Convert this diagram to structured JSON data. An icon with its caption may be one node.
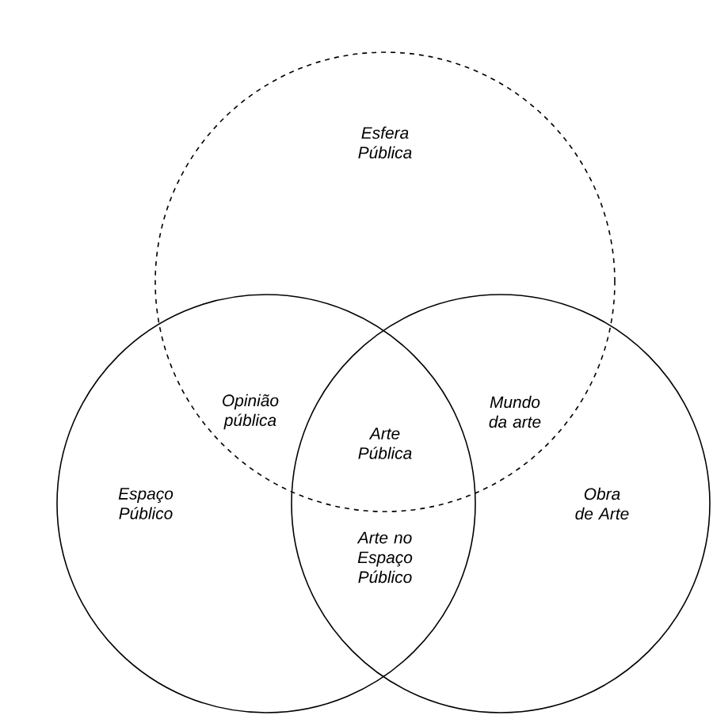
{
  "diagram": {
    "nodes": [
      {
        "text": [
          "Esfera Pública"
        ]
      },
      {
        "text": [
          "Espaço Público"
        ]
      },
      {
        "text": [
          "Obra de Arte"
        ]
      }
    ],
    "labels": [
      "Opinião pública",
      "Mundo da arte",
      "Arte Pública",
      "Arte no Espaço Público"
    ]
  }
}
